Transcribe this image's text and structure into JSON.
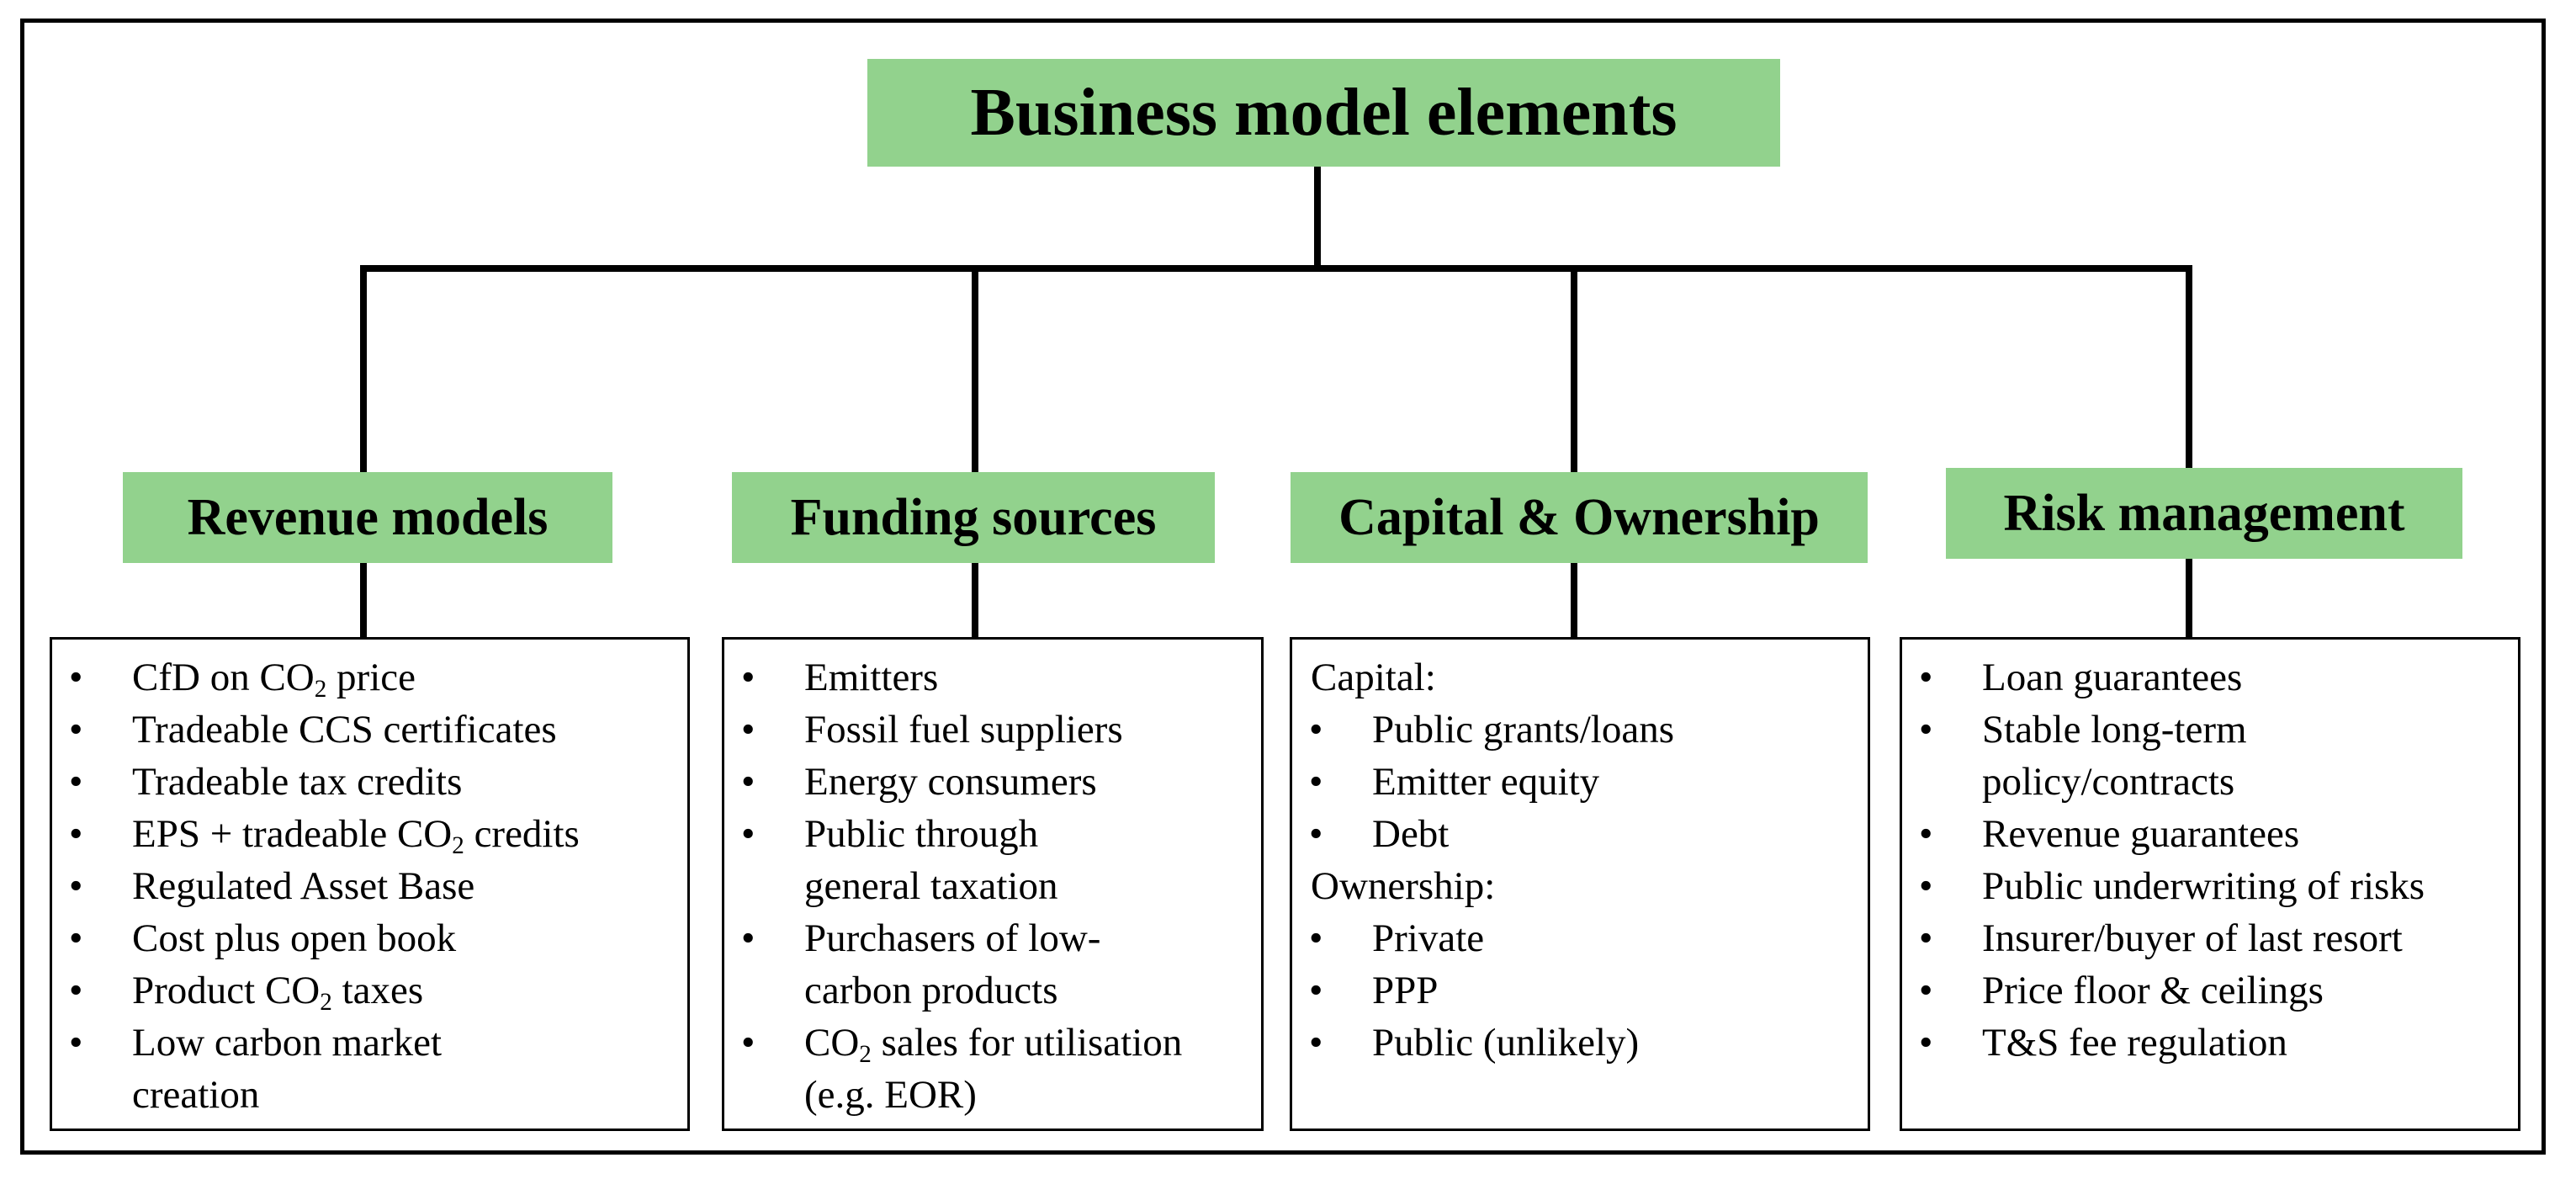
{
  "title": "Business model elements",
  "categories": [
    {
      "name": "Revenue models",
      "items": [
        {
          "pre": "CfD on CO",
          "sub": "2",
          "post": " price"
        },
        {
          "pre": "Tradeable CCS certificates"
        },
        {
          "pre": "Tradeable tax credits"
        },
        {
          "pre": "EPS + tradeable CO",
          "sub": "2",
          "post": " credits"
        },
        {
          "pre": "Regulated Asset Base"
        },
        {
          "pre": "Cost plus open book"
        },
        {
          "pre": "Product CO",
          "sub": "2",
          "post": " taxes"
        },
        {
          "pre": "Low carbon market creation"
        }
      ]
    },
    {
      "name": "Funding sources",
      "items": [
        {
          "pre": "Emitters"
        },
        {
          "pre": "Fossil fuel suppliers"
        },
        {
          "pre": "Energy consumers"
        },
        {
          "pre": "Public through general taxation"
        },
        {
          "pre": "Purchasers of low-carbon products"
        },
        {
          "pre": "CO",
          "sub": "2",
          "post": " sales for utilisation (e.g. EOR)"
        }
      ]
    },
    {
      "name": "Capital & Ownership",
      "groups": [
        {
          "label": "Capital:",
          "items": [
            {
              "pre": "Public grants/loans"
            },
            {
              "pre": "Emitter equity"
            },
            {
              "pre": "Debt"
            }
          ]
        },
        {
          "label": "Ownership:",
          "items": [
            {
              "pre": "Private"
            },
            {
              "pre": "PPP"
            },
            {
              "pre": "Public (unlikely)"
            }
          ]
        }
      ]
    },
    {
      "name": "Risk management",
      "items": [
        {
          "pre": "Loan guarantees"
        },
        {
          "pre": "Stable long-term policy/contracts"
        },
        {
          "pre": "Revenue guarantees"
        },
        {
          "pre": "Public underwriting of risks"
        },
        {
          "pre": "Insurer/buyer of last resort"
        },
        {
          "pre": "Price floor & ceilings"
        },
        {
          "pre": "T&S fee regulation"
        }
      ]
    }
  ]
}
